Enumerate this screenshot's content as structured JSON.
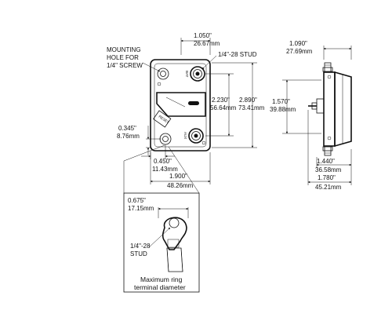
{
  "front_view": {
    "width_top": {
      "in": "1.050\"",
      "mm": "26.67mm"
    },
    "mounting_label": [
      "MOUNTING",
      "HOLE FOR",
      "1/4\" SCREW"
    ],
    "stud_label": "1/4\"-28 STUD",
    "inner_height": {
      "in": "2.230\"",
      "mm": "56.64mm"
    },
    "outer_height": {
      "in": "2.890\"",
      "mm": "73.41mm"
    },
    "left_offset": {
      "in": "0.345\"",
      "mm": "8.76mm"
    },
    "bottom_offset": {
      "in": "0.450\"",
      "mm": "11.43mm"
    },
    "total_width": {
      "in": "1.900\"",
      "mm": "48.26mm"
    },
    "terminal_top": "BAT",
    "terminal_bottom": "AUX",
    "reset_label": "RESET"
  },
  "side_view": {
    "depth_top": {
      "in": "1.090\"",
      "mm": "27.69mm"
    },
    "height": {
      "in": "1.570\"",
      "mm": "39.88mm"
    },
    "base_depth": {
      "in": "1.440\"",
      "mm": "36.58mm"
    },
    "total_depth": {
      "in": "1.780\"",
      "mm": "45.21mm"
    }
  },
  "ring_detail": {
    "diameter": {
      "in": "0.675\"",
      "mm": "17.15mm"
    },
    "stud_label": [
      "1/4\"-28",
      "STUD"
    ],
    "caption": [
      "Maximum ring",
      "terminal diameter"
    ]
  }
}
